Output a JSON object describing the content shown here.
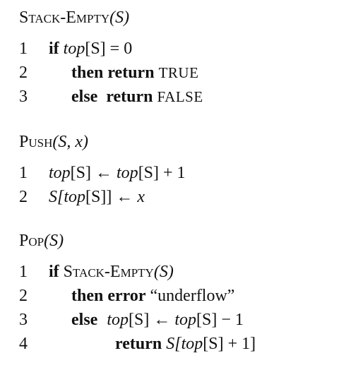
{
  "stack_empty": {
    "name": "Stack-Empty",
    "params": "(S)",
    "lines": [
      {
        "num": "1",
        "kw": "if",
        "a": "top",
        "b": "[S] = 0"
      },
      {
        "num": "2",
        "kw": "then return",
        "c": "TRUE"
      },
      {
        "num": "3",
        "kw": "else  return",
        "c": "FALSE"
      }
    ]
  },
  "push": {
    "name": "Push",
    "params": "(S, x)",
    "lines": [
      {
        "num": "1",
        "text1": "top",
        "text2": "[S] ← ",
        "text3": "top",
        "text4": "[S] + 1"
      },
      {
        "num": "2",
        "text1": "S[",
        "text2": "top",
        "text3": "[S]] ← ",
        "text4": "x"
      }
    ]
  },
  "pop": {
    "name": "Pop",
    "params": "(S)",
    "lines": [
      {
        "num": "1",
        "kw": "if",
        "call": "Stack-Empty",
        "arg": "(S)"
      },
      {
        "num": "2",
        "kw": "then error",
        "str": "“underflow”"
      },
      {
        "num": "3",
        "kw": "else",
        "t1": "top",
        "t2": "[S] ← ",
        "t3": "top",
        "t4": "[S] − 1"
      },
      {
        "num": "4",
        "kw": "return",
        "r1": "S[",
        "r2": "top",
        "r3": "[S] + 1]"
      }
    ]
  }
}
